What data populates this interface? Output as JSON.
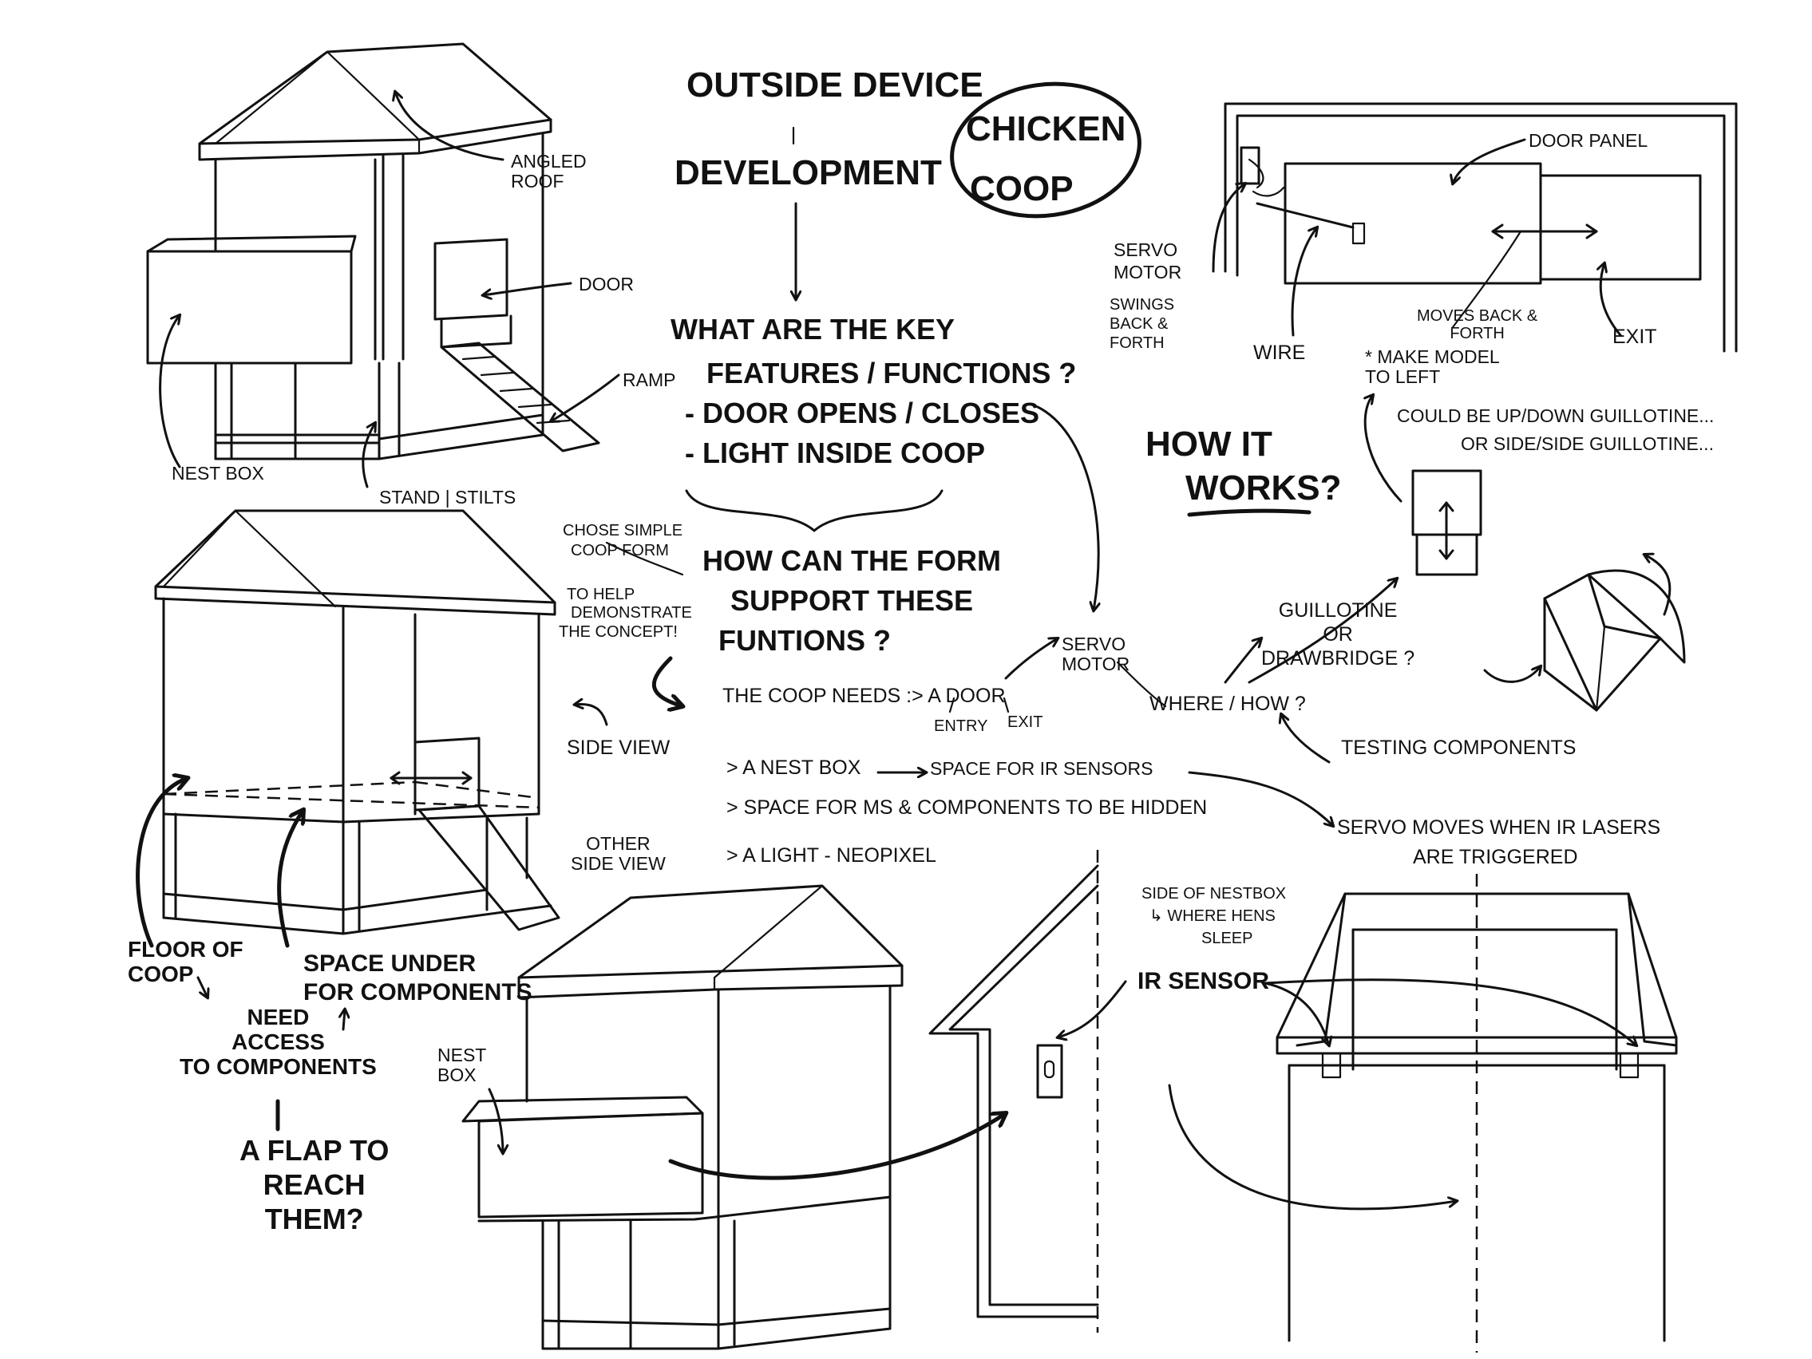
{
  "title_line1": "Outside device",
  "title_line2": "Development",
  "project_label_1": "Chicken",
  "project_label_2": "Coop",
  "key_question_1": "What are the key",
  "key_question_2": "features / functions ?",
  "feature_1": "- Door opens / closes",
  "feature_2": "- Light inside coop",
  "form_question_1": "How can the form",
  "form_question_2": "support these",
  "form_question_3": "funtions ?",
  "simple_form_note_1": "Chose simple",
  "simple_form_note_2": "coop form",
  "simple_form_note_3": "to help",
  "simple_form_note_4": "demonstrate",
  "simple_form_note_5": "the concept!",
  "needs_intro": "The coop needs :> a door",
  "door_entry": "entry",
  "door_exit": "exit",
  "need_nest": "> a nest box",
  "nest_space": "space for IR sensors",
  "need_space": "> space for MS & components to be hidden",
  "need_light": "> a light - neopixel",
  "servo_motor": "servo\nmotor",
  "where_how": "where / how ?",
  "guillotine": "guillotine\nor\ndrawbridge ?",
  "testing_components": "testing components",
  "servo_ir_1": "servo moves when IR lasers",
  "servo_ir_2": "are triggered",
  "how_it_works_1": "How it",
  "how_it_works_2": "works?",
  "door_panel": "door panel",
  "servo_motor_label": "servo\nmotor",
  "swings_note": "swings\nback &\nforth",
  "wire": "wire",
  "moves_back": "moves back &\nforth",
  "exit_label": "exit",
  "model_note": "* make model\nto left",
  "guillotine_note_1": "could be up/down guillotine...",
  "guillotine_note_2": "or side/side guillotine...",
  "angled_roof": "angled\nroof",
  "door_label": "door",
  "ramp_label": "ramp",
  "nest_box_label": "nest box",
  "stilts_label": "stand | stilts",
  "side_view": "side view",
  "other_side_view": "other\nside view",
  "floor_of_coop": "floor of\ncoop",
  "need_access": "need\naccess\nto components",
  "space_under": "space under\nfor components",
  "flap_note": "a flap to\nreach\nthem?",
  "nest_box_small": "nest\nbox",
  "nestbox_side_1": "side of nestbox",
  "nestbox_side_2": "↳ where hens",
  "nestbox_side_3": "sleep",
  "ir_sensor": "IR sensor"
}
